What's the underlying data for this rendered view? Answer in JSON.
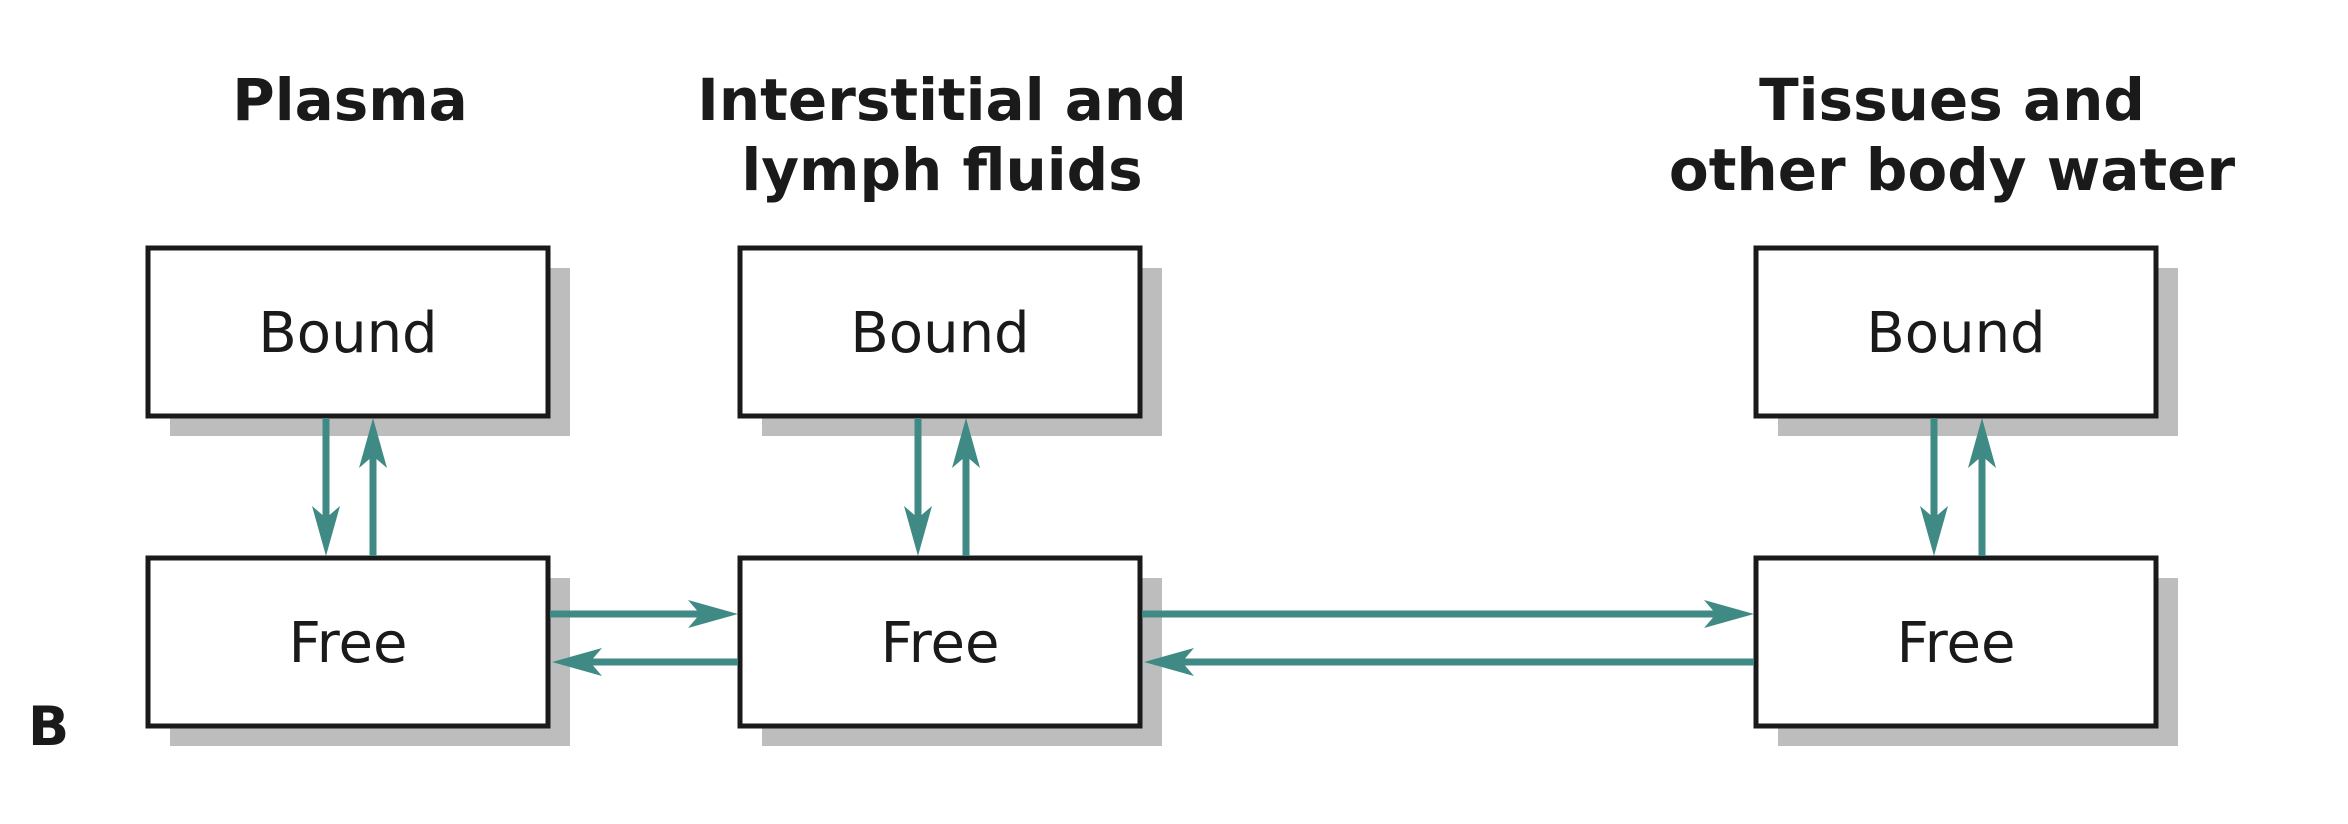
{
  "panel_label": "B",
  "compartments": [
    {
      "id": "plasma",
      "heading_lines": [
        "Plasma"
      ],
      "bound_label": "Bound",
      "free_label": "Free"
    },
    {
      "id": "interstitial",
      "heading_lines": [
        "Interstitial and",
        "lymph fluids"
      ],
      "bound_label": "Bound",
      "free_label": "Free"
    },
    {
      "id": "tissues",
      "heading_lines": [
        "Tissues and",
        "other body water"
      ],
      "bound_label": "Bound",
      "free_label": "Free"
    }
  ],
  "colors": {
    "arrow": "#3f8a84",
    "box_border": "#1a1a1a",
    "shadow": "#bdbdbd",
    "text": "#1a1a1a"
  }
}
